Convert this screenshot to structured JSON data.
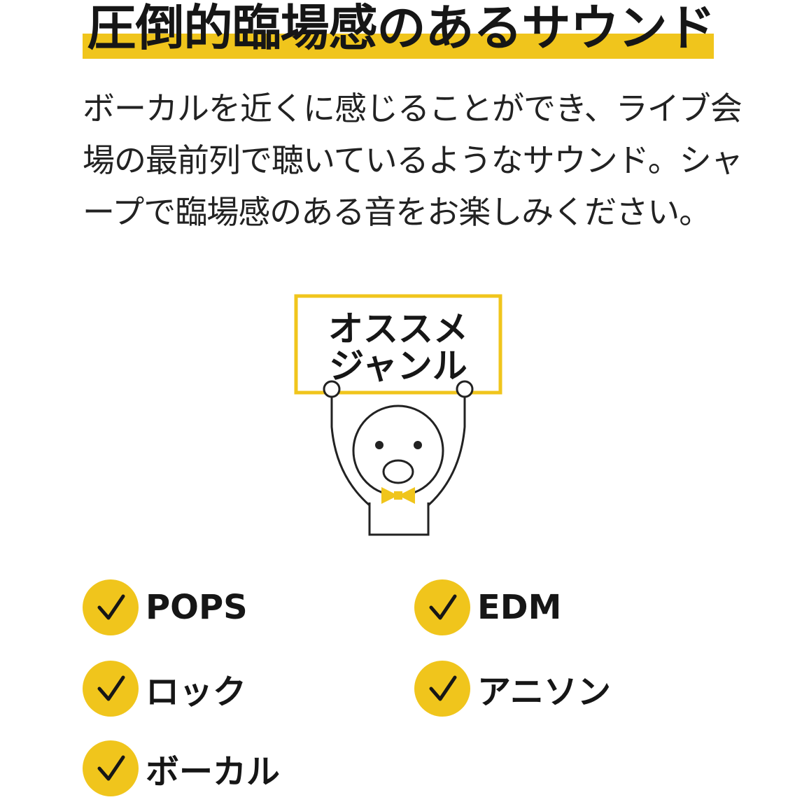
{
  "header": {
    "title": "圧倒的臨場感のあるサウンド"
  },
  "description": {
    "lines": [
      "ボーカルを近くに感じることができ、ライブ会",
      "場の最前列で聴いているようなサウンド。シャ",
      "ープで臨場感のある音をお楽しみください。"
    ]
  },
  "mascot": {
    "sign_lines": [
      "オススメ",
      "ジャンル"
    ],
    "icon": "mascot-holding-sign-icon"
  },
  "genres": {
    "items": [
      {
        "label": "POPS",
        "icon": "check-icon"
      },
      {
        "label": "EDM",
        "icon": "check-icon"
      },
      {
        "label": "ロック",
        "icon": "check-icon"
      },
      {
        "label": "アニソン",
        "icon": "check-icon"
      },
      {
        "label": "ボーカル",
        "icon": "check-icon"
      }
    ]
  },
  "colors": {
    "accent": "#f0c51c",
    "text": "#161616",
    "line": "#222222"
  }
}
